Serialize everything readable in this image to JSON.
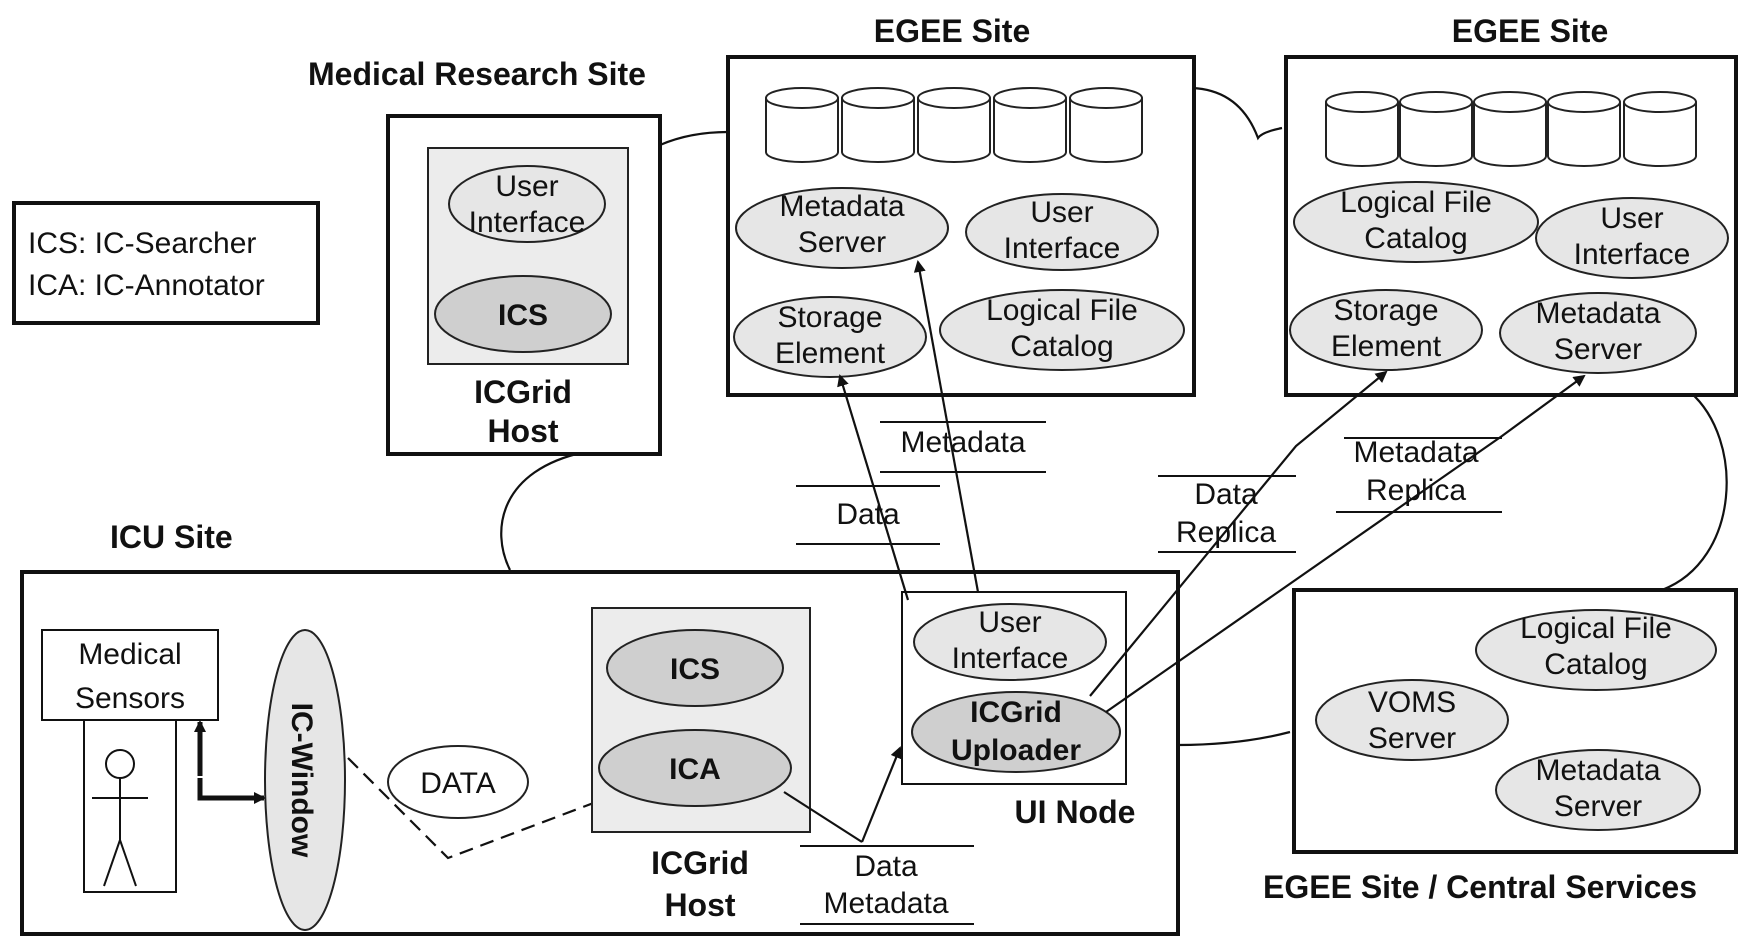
{
  "legend": {
    "line1": "ICS: IC-Searcher",
    "line2": "ICA: IC-Annotator"
  },
  "medical_research_site": {
    "title": "Medical Research Site",
    "user_interface": [
      "User",
      "Interface"
    ],
    "ics": "ICS",
    "host": [
      "ICGrid",
      "Host"
    ]
  },
  "egee_site_1": {
    "title": "EGEE Site",
    "metadata_server": [
      "Metadata",
      "Server"
    ],
    "user_interface": [
      "User",
      "Interface"
    ],
    "storage_element": [
      "Storage",
      "Element"
    ],
    "logical_file_catalog": [
      "Logical File",
      "Catalog"
    ]
  },
  "egee_site_2": {
    "title": "EGEE Site",
    "logical_file_catalog": [
      "Logical File",
      "Catalog"
    ],
    "user_interface": [
      "User",
      "Interface"
    ],
    "storage_element": [
      "Storage",
      "Element"
    ],
    "metadata_server": [
      "Metadata",
      "Server"
    ]
  },
  "icu_site": {
    "title": "ICU Site",
    "medical_sensors": [
      "Medical",
      "Sensors"
    ],
    "ic_window": "IC-Window",
    "data_bubble": "DATA",
    "ics": "ICS",
    "ica": "ICA",
    "host": [
      "ICGrid",
      "Host"
    ],
    "ui_node": {
      "label": "UI Node",
      "user_interface": [
        "User",
        "Interface"
      ],
      "uploader": [
        "ICGrid",
        "Uploader"
      ]
    },
    "flow_label": [
      "Data",
      "Metadata"
    ]
  },
  "central_services": {
    "title": "EGEE Site / Central Services",
    "logical_file_catalog": [
      "Logical File",
      "Catalog"
    ],
    "voms_server": [
      "VOMS",
      "Server"
    ],
    "metadata_server": [
      "Metadata",
      "Server"
    ]
  },
  "flows": {
    "metadata": "Metadata",
    "data": "Data",
    "data_replica": [
      "Data",
      "Replica"
    ],
    "metadata_replica": [
      "Metadata",
      "Replica"
    ]
  }
}
